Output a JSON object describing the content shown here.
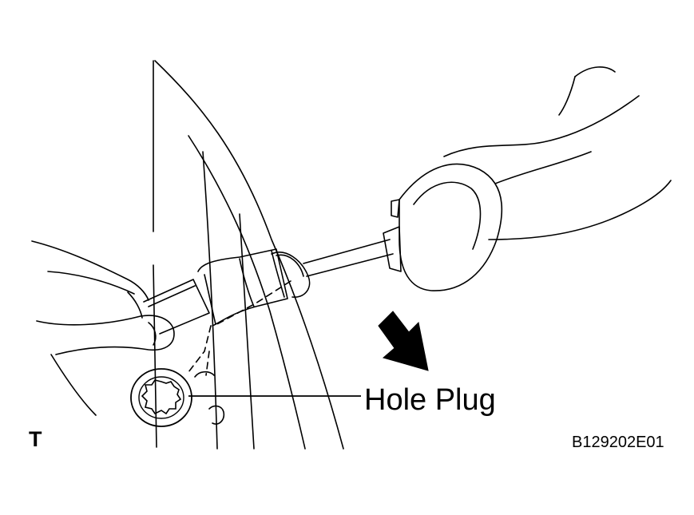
{
  "diagram": {
    "callout_label": "Hole Plug",
    "corner_mark": "T",
    "figure_code": "B129202E01",
    "colors": {
      "line": "#000000",
      "background": "#ffffff"
    },
    "icons": [
      "removal-direction-arrow-icon",
      "hole-plug-icon"
    ]
  }
}
